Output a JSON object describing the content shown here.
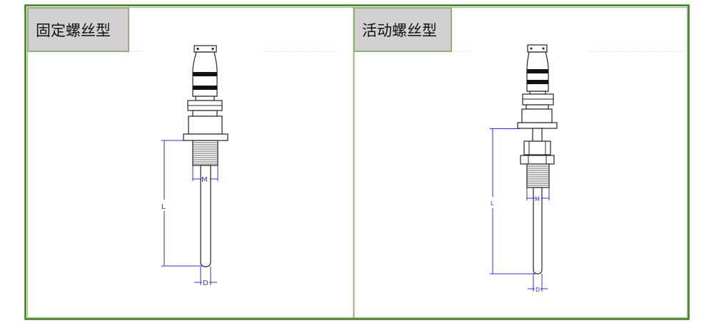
{
  "panels": [
    {
      "title": "固定螺丝型",
      "dims": {
        "length": "L",
        "thread": "M",
        "diameter": "D"
      }
    },
    {
      "title": "活动螺丝型",
      "dims": {
        "length": "L",
        "thread": "M",
        "diameter": "D"
      }
    }
  ],
  "colors": {
    "frame": "#3f7a1f",
    "label_bg": "#d3d0d1",
    "label_border": "#8fb27a",
    "dimension": "#2f2fd0"
  }
}
